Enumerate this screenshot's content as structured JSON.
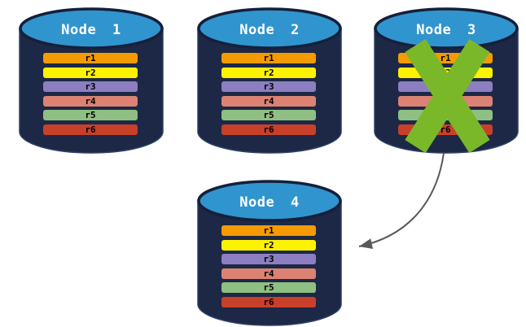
{
  "diagram": {
    "nodes": [
      {
        "label": "Node 1",
        "failed": false
      },
      {
        "label": "Node 2",
        "failed": false
      },
      {
        "label": "Node 3",
        "failed": true
      },
      {
        "label": "Node 4",
        "failed": false
      }
    ],
    "partitions": [
      {
        "label": "r1",
        "color": "#F59B00"
      },
      {
        "label": "r2",
        "color": "#FDF200"
      },
      {
        "label": "r3",
        "color": "#8D7EC1"
      },
      {
        "label": "r4",
        "color": "#DC8272"
      },
      {
        "label": "r5",
        "color": "#8FBF82"
      },
      {
        "label": "r6",
        "color": "#C9402A"
      }
    ],
    "colors": {
      "cylinder_body": "#1C2845",
      "cylinder_body_rim": "#2E4168",
      "cylinder_top": "#3094CF",
      "cylinder_outline": "#15203A",
      "failure_x": "#7AB829",
      "arrow": "#595959",
      "node_label_text": "#FFFFFF",
      "partition_label_text": "#000000"
    },
    "arrow": {
      "from": "Node 3",
      "to": "Node 4"
    }
  }
}
